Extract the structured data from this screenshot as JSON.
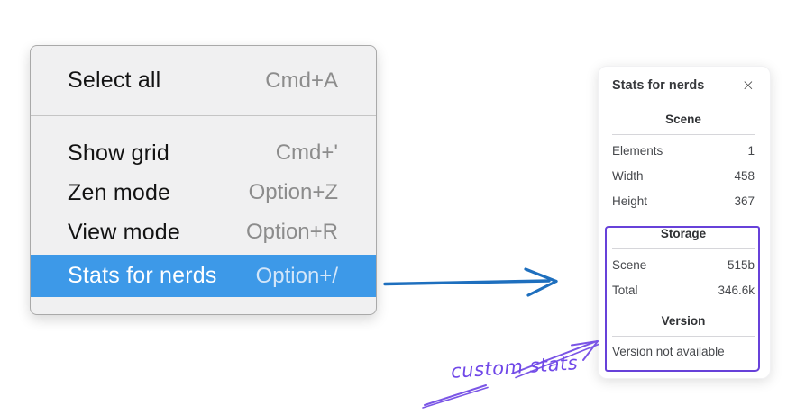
{
  "context_menu": {
    "items": [
      {
        "label": "Select all",
        "shortcut": "Cmd+A",
        "selected": false
      },
      {
        "label": "Show grid",
        "shortcut": "Cmd+'",
        "selected": false
      },
      {
        "label": "Zen mode",
        "shortcut": "Option+Z",
        "selected": false
      },
      {
        "label": "View mode",
        "shortcut": "Option+R",
        "selected": false
      },
      {
        "label": "Stats for nerds",
        "shortcut": "Option+/",
        "selected": true
      }
    ],
    "highlight_color": "#3d99e8"
  },
  "stats_panel": {
    "title": "Stats for nerds",
    "close_icon": "×",
    "sections": [
      {
        "header": "Scene",
        "rows": [
          {
            "label": "Elements",
            "value": "1"
          },
          {
            "label": "Width",
            "value": "458"
          },
          {
            "label": "Height",
            "value": "367"
          }
        ]
      },
      {
        "header": "Storage",
        "rows": [
          {
            "label": "Scene",
            "value": "515b"
          },
          {
            "label": "Total",
            "value": "346.6k"
          }
        ]
      },
      {
        "header": "Version",
        "note": "Version not available"
      }
    ]
  },
  "annotations": {
    "custom_stats_label": "custom stats",
    "pointer_arrow_color": "#1e6fbe",
    "annotation_color": "#7a55e6",
    "box_color": "#6741d9"
  }
}
